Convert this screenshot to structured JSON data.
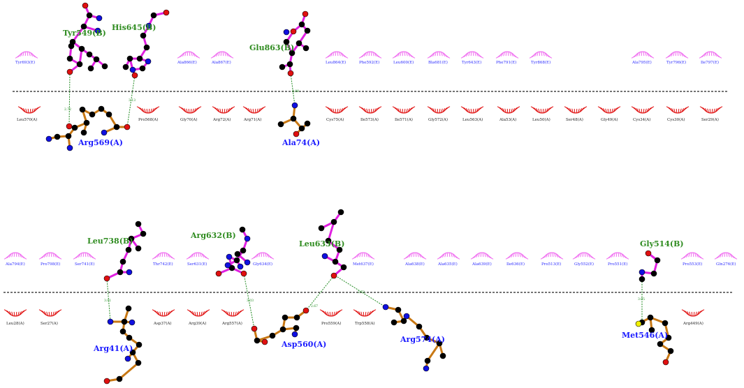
{
  "colors": {
    "background": "#ffffff",
    "chain_b_label": "#2e8b1f",
    "chain_a_label": "#1a1aff",
    "chain_b_bond": "#e020e0",
    "chain_a_bond": "#c87814",
    "hbond": "#228b22",
    "hydrophobic_b": "#f070f0",
    "hydrophobic_a": "#e01010",
    "atom_c": "#000000",
    "atom_n": "#1010e0",
    "atom_o": "#e01010",
    "atom_s": "#f0f000",
    "interface_line": "#222222",
    "small_label_b": "#2a2aff",
    "small_label_a": "#222222"
  },
  "panels": [
    {
      "id": "top",
      "top_labels": [
        "Tyr693(E)",
        "Ala866(E)",
        "Ala867(E)",
        "Leu864(E)",
        "Phe592(E)",
        "Leu600(E)",
        "Bla681(E)",
        "Tyr643(E)",
        "Phe791(E)",
        "Tyr868(E)",
        "Ala795(E)",
        "Tyr796(E)",
        "Ile797(E)"
      ],
      "bottom_labels": [
        "Leu570(A)",
        "Pro568(A)",
        "Gly70(A)",
        "Arg72(A)",
        "Arg71(A)",
        "Cys75(A)",
        "Ile573(A)",
        "Ile571(A)",
        "Gly572(A)",
        "Leu563(A)",
        "Ala53(A)",
        "Leu50(A)",
        "Ser48(A)",
        "Gly49(A)",
        "Cys34(A)",
        "Cys30(A)",
        "Ser29(A)"
      ],
      "residues_b": [
        "Tyr549(B)",
        "His645(B)",
        "Glu863(B)"
      ],
      "residues_a": [
        "Arg569(A)",
        "Ala74(A)"
      ],
      "hbonds": [
        "2.72",
        "3.13",
        "2.88"
      ]
    },
    {
      "id": "bottom",
      "top_labels": [
        "Ala794(E)",
        "Pro798(E)",
        "Ser741(E)",
        "Thr742(E)",
        "Ser631(E)",
        "Gly634(E)",
        "Met637(E)",
        "Ala638(E)",
        "Ala635(E)",
        "Ala639(E)",
        "Ile636(E)",
        "Pro513(E)",
        "Gly552(E)",
        "Pro551(E)",
        "Pro553(E)",
        "Gln276(E)"
      ],
      "bottom_labels": [
        "Leu28(A)",
        "Ser27(A)",
        "Asp37(A)",
        "Arg39(A)",
        "Arg557(A)",
        "Pro559(A)",
        "Trp558(A)",
        "Arg449(A)"
      ],
      "residues_b": [
        "Leu738(B)",
        "Arg632(B)",
        "Leu633(B)",
        "Gly514(B)"
      ],
      "residues_a": [
        "Arg41(A)",
        "Asp560(A)",
        "Arg574(A)",
        "Met546(A)"
      ],
      "hbonds": [
        "3.01",
        "3.03",
        "2.67",
        "2.73",
        "3.05"
      ]
    }
  ]
}
